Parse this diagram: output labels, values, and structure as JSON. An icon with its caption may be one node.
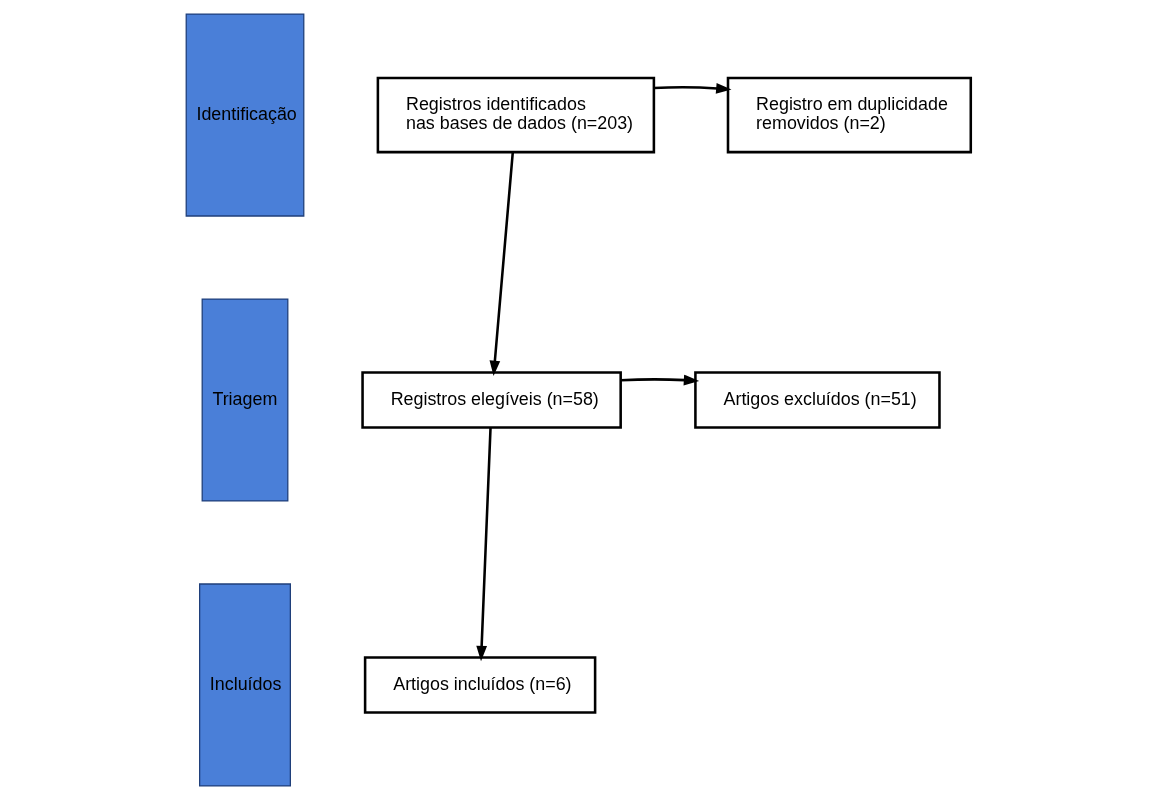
{
  "diagram": {
    "nodes": [
      {
        "text": [
          "Identificação"
        ]
      },
      {
        "text": [
          "Triagem"
        ]
      },
      {
        "text": [
          "Incluídos"
        ]
      },
      {
        "text": [
          "Registros identificados nas bases de dados (n=203)"
        ]
      },
      {
        "text": [
          "Registro em duplicidade removidos (n=2)"
        ]
      },
      {
        "text": [
          "Registros elegíveis (n=58)"
        ]
      },
      {
        "text": [
          "Artigos excluídos (n=51)"
        ]
      },
      {
        "text": [
          "Artigos incluídos (n=6)"
        ]
      }
    ],
    "edges": [
      {
        "from": 3,
        "to": 4,
        "arrow": "to"
      },
      {
        "from": 3,
        "to": 5,
        "arrow": "to"
      },
      {
        "from": 5,
        "to": 6,
        "arrow": "to"
      },
      {
        "from": 5,
        "to": 7,
        "arrow": "to"
      }
    ]
  }
}
